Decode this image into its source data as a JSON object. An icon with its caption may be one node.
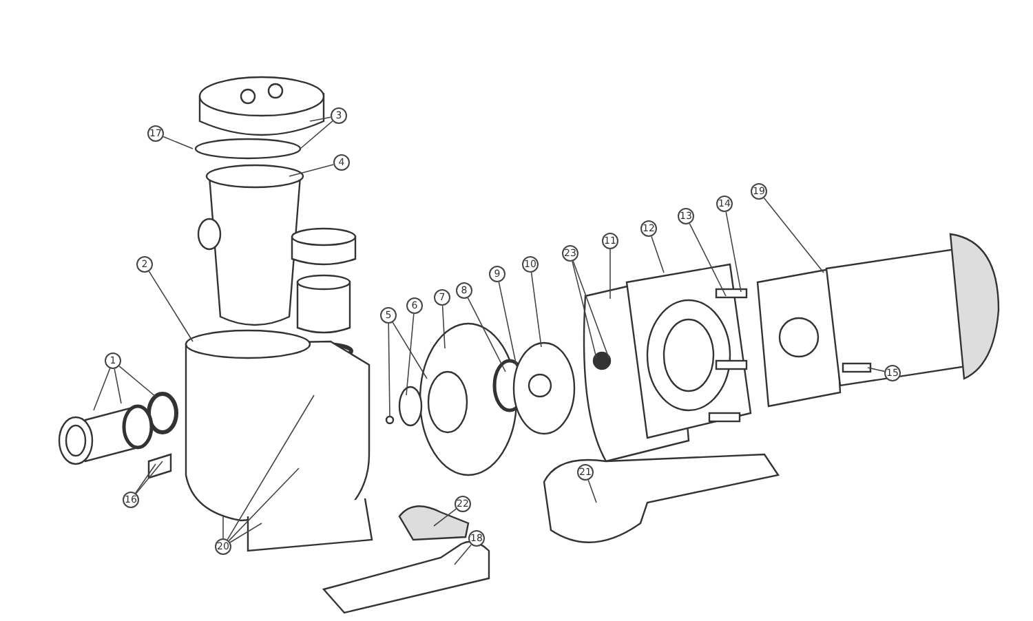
{
  "diagram": {
    "nodes": [
      {
        "text": [
          "1"
        ]
      },
      {
        "text": [
          "2"
        ]
      },
      {
        "text": [
          "3"
        ]
      },
      {
        "text": [
          "4"
        ]
      },
      {
        "text": [
          "5"
        ]
      },
      {
        "text": [
          "6"
        ]
      },
      {
        "text": [
          "7"
        ]
      },
      {
        "text": [
          "8"
        ]
      },
      {
        "text": [
          "9"
        ]
      },
      {
        "text": [
          "10"
        ]
      },
      {
        "text": [
          "11"
        ]
      },
      {
        "text": [
          "12"
        ]
      },
      {
        "text": [
          "13"
        ]
      },
      {
        "text": [
          "14"
        ]
      },
      {
        "text": [
          "15"
        ]
      },
      {
        "text": [
          "16"
        ]
      },
      {
        "text": [
          "17"
        ]
      },
      {
        "text": [
          "18"
        ]
      },
      {
        "text": [
          "19"
        ]
      },
      {
        "text": [
          "20"
        ]
      },
      {
        "text": [
          "21"
        ]
      },
      {
        "text": [
          "22"
        ]
      },
      {
        "text": [
          "23"
        ]
      }
    ],
    "edges": [
      {
        "from": 0,
        "to": null,
        "arrow": "none"
      },
      {
        "from": 0,
        "to": null,
        "arrow": "none"
      },
      {
        "from": 0,
        "to": null,
        "arrow": "none"
      },
      {
        "from": 1,
        "to": null,
        "arrow": "none"
      },
      {
        "from": 2,
        "to": null,
        "arrow": "none"
      },
      {
        "from": 2,
        "to": null,
        "arrow": "none"
      },
      {
        "from": 3,
        "to": null,
        "arrow": "none"
      },
      {
        "from": 4,
        "to": null,
        "arrow": "none"
      },
      {
        "from": 4,
        "to": null,
        "arrow": "none"
      },
      {
        "from": 5,
        "to": null,
        "arrow": "none"
      },
      {
        "from": 6,
        "to": null,
        "arrow": "none"
      },
      {
        "from": 7,
        "to": null,
        "arrow": "none"
      },
      {
        "from": 8,
        "to": null,
        "arrow": "none"
      },
      {
        "from": 9,
        "to": null,
        "arrow": "none"
      },
      {
        "from": 10,
        "to": null,
        "arrow": "none"
      },
      {
        "from": 11,
        "to": null,
        "arrow": "none"
      },
      {
        "from": 12,
        "to": null,
        "arrow": "none"
      },
      {
        "from": 13,
        "to": null,
        "arrow": "none"
      },
      {
        "from": 14,
        "to": null,
        "arrow": "none"
      },
      {
        "from": 15,
        "to": null,
        "arrow": "none"
      },
      {
        "from": 15,
        "to": null,
        "arrow": "none"
      },
      {
        "from": 16,
        "to": null,
        "arrow": "none"
      },
      {
        "from": 17,
        "to": null,
        "arrow": "none"
      },
      {
        "from": 18,
        "to": null,
        "arrow": "none"
      },
      {
        "from": 19,
        "to": null,
        "arrow": "none"
      },
      {
        "from": 19,
        "to": null,
        "arrow": "none"
      },
      {
        "from": 19,
        "to": null,
        "arrow": "none"
      },
      {
        "from": 19,
        "to": null,
        "arrow": "none"
      },
      {
        "from": 20,
        "to": null,
        "arrow": "none"
      },
      {
        "from": 21,
        "to": null,
        "arrow": "none"
      },
      {
        "from": 22,
        "to": null,
        "arrow": "none"
      },
      {
        "from": 22,
        "to": null,
        "arrow": "none"
      }
    ]
  }
}
